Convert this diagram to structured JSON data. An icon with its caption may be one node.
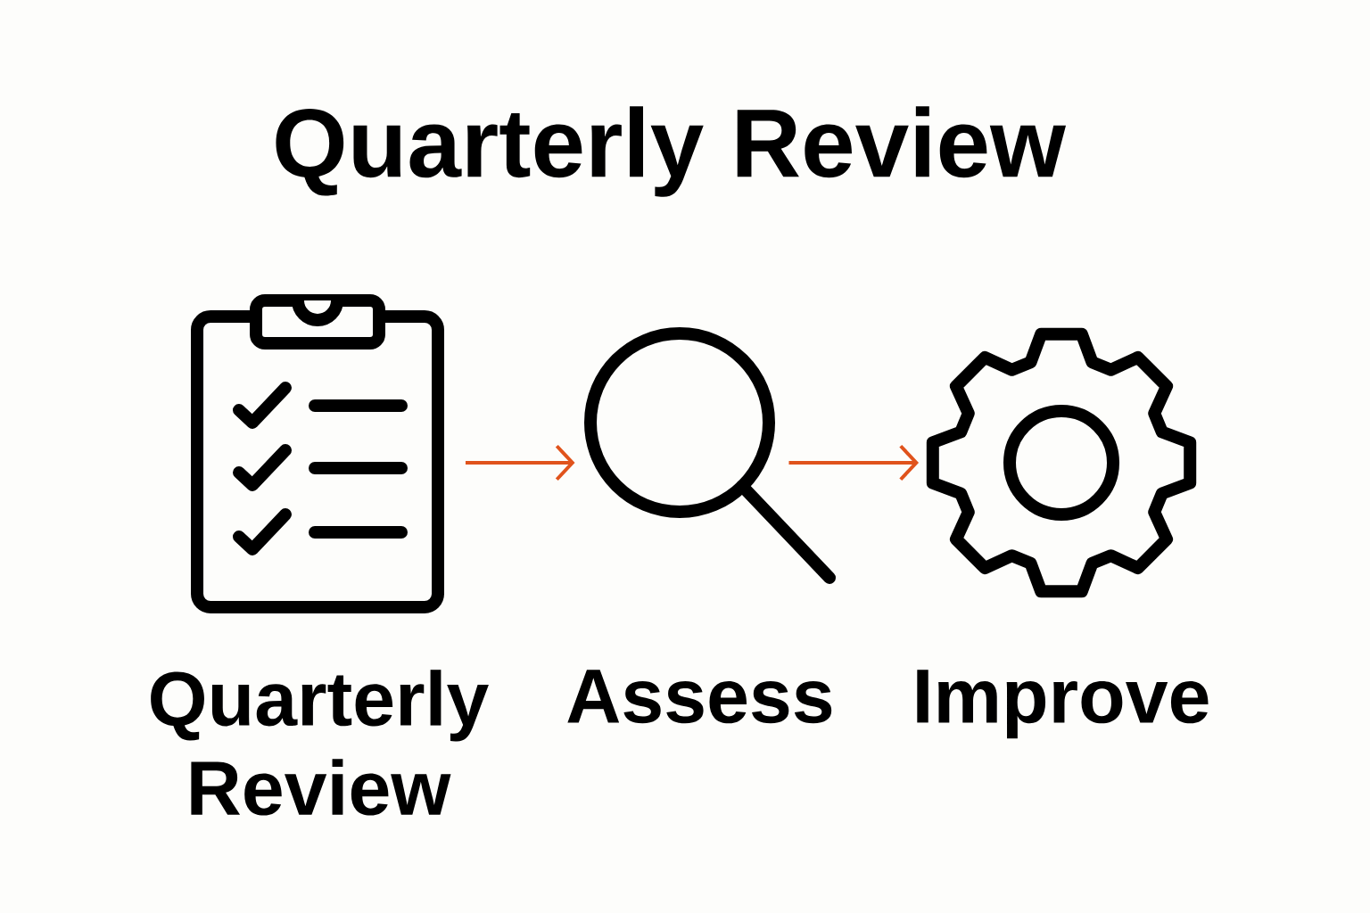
{
  "diagram": {
    "title": "Quarterly Review",
    "nodes": [
      {
        "text": [
          "Quarterly Review"
        ]
      },
      {
        "text": [
          "Assess"
        ]
      },
      {
        "text": [
          "Improve"
        ]
      }
    ],
    "edges": [
      {
        "from": 0,
        "to": 1,
        "arrow": "to",
        "color": "#e0531c"
      },
      {
        "from": 1,
        "to": 2,
        "arrow": "to",
        "color": "#e0531c"
      }
    ]
  }
}
